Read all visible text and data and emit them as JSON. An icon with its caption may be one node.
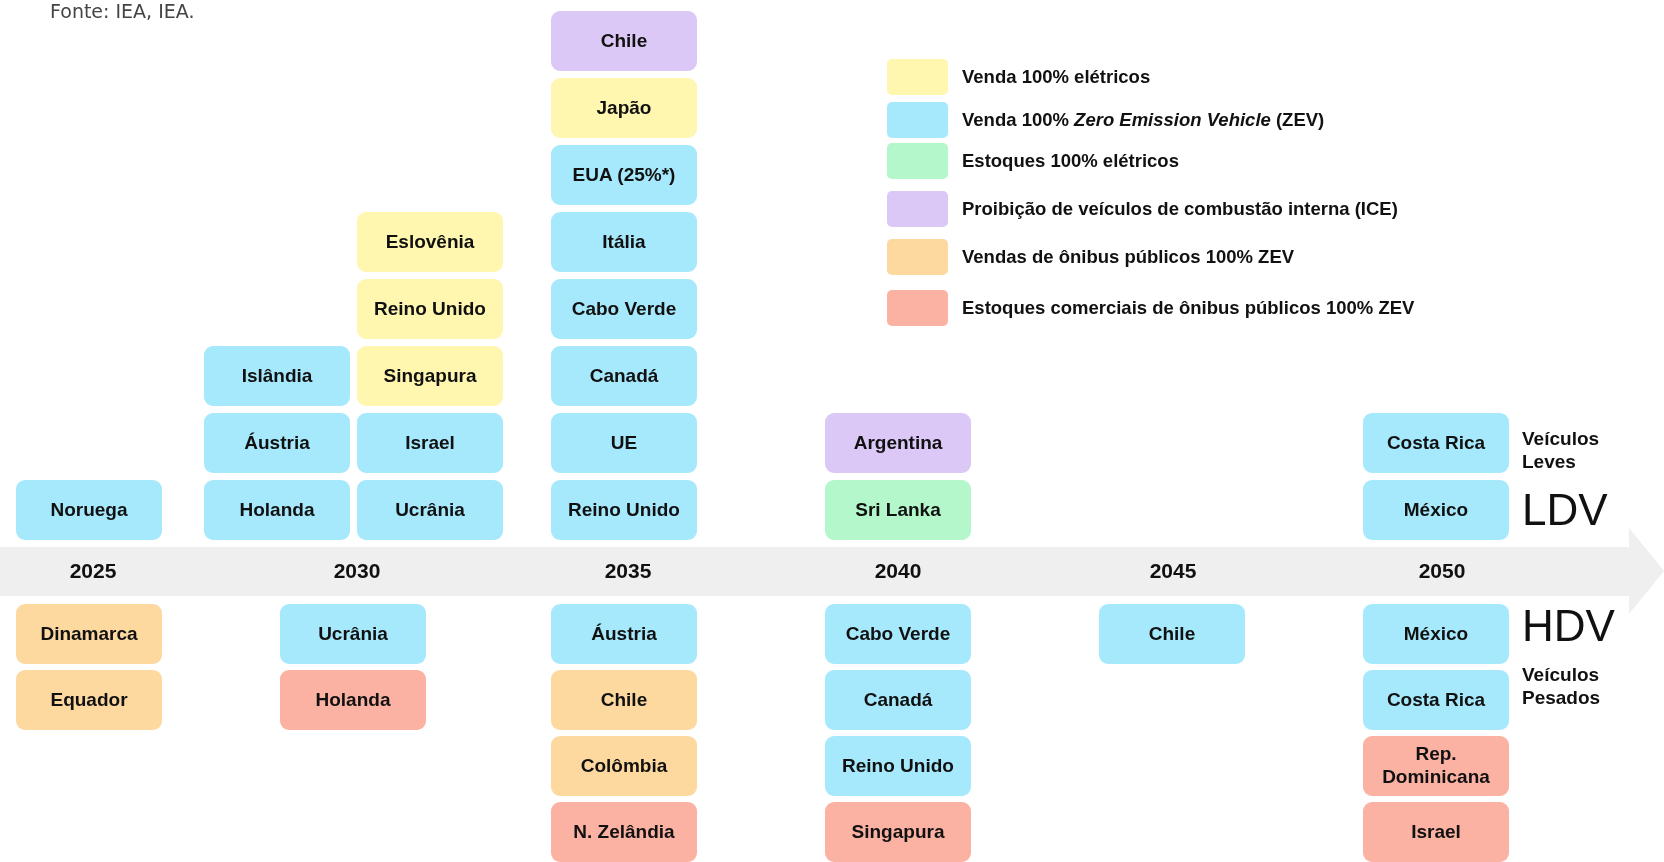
{
  "diagram": {
    "nodes": [
      {
        "text": [
          "Noruega"
        ]
      },
      {
        "text": [
          "Islândia"
        ]
      },
      {
        "text": [
          "Áustria"
        ]
      },
      {
        "text": [
          "Holanda"
        ]
      },
      {
        "text": [
          "Eslovênia"
        ]
      },
      {
        "text": [
          "Reino Unido"
        ]
      },
      {
        "text": [
          "Singapura"
        ]
      },
      {
        "text": [
          "Israel"
        ]
      },
      {
        "text": [
          "Ucrânia"
        ]
      },
      {
        "text": [
          "Chile"
        ]
      },
      {
        "text": [
          "Japão"
        ]
      },
      {
        "text": [
          "EUA (25%*)"
        ]
      },
      {
        "text": [
          "Itália"
        ]
      },
      {
        "text": [
          "Cabo Verde"
        ]
      },
      {
        "text": [
          "Canadá"
        ]
      },
      {
        "text": [
          "UE"
        ]
      },
      {
        "text": [
          "Reino Unido"
        ]
      },
      {
        "text": [
          "Argentina"
        ]
      },
      {
        "text": [
          "Sri Lanka"
        ]
      },
      {
        "text": [
          "Costa Rica"
        ]
      },
      {
        "text": [
          "México"
        ]
      },
      {
        "text": [
          "2025",
          "2030",
          "2035",
          "2040",
          "2045",
          "2050"
        ]
      },
      {
        "text": [
          "Dinamarca"
        ]
      },
      {
        "text": [
          "Equador"
        ]
      },
      {
        "text": [
          "Ucrânia"
        ]
      },
      {
        "text": [
          "Holanda"
        ]
      },
      {
        "text": [
          "Áustria"
        ]
      },
      {
        "text": [
          "Chile"
        ]
      },
      {
        "text": [
          "Colômbia"
        ]
      },
      {
        "text": [
          "N. Zelândia"
        ]
      },
      {
        "text": [
          "Cabo Verde"
        ]
      },
      {
        "text": [
          "Canadá"
        ]
      },
      {
        "text": [
          "Reino Unido"
        ]
      },
      {
        "text": [
          "Singapura"
        ]
      },
      {
        "text": [
          "Chile"
        ]
      },
      {
        "text": [
          "México"
        ]
      },
      {
        "text": [
          "Costa Rica"
        ]
      },
      {
        "text": [
          "Rep. Dominicana"
        ]
      },
      {
        "text": [
          "Israel"
        ]
      }
    ],
    "labels": [
      "Fonte: IEA, IEA.",
      "Veículos Leves",
      "LDV",
      "HDV",
      "Veículos Pesados"
    ],
    "legend": [
      {
        "text": "Venda 100% elétricos",
        "color": "#fff6b0"
      },
      {
        "text": "Venda 100% *Zero Emission Vehicle* (ZEV)",
        "color": "#a6e9fc"
      },
      {
        "text": "Estoques 100% elétricos",
        "color": "#b3f7cb"
      },
      {
        "text": "Proibição de veículos de combustão interna (ICE)",
        "color": "#dcc8f7"
      },
      {
        "text": "Vendas de ônibus públicos 100% ZEV",
        "color": "#fdd9a0"
      },
      {
        "text": "Estoques comerciais de ônibus públicos 100% ZEV",
        "color": "#fbb2a3"
      }
    ]
  }
}
